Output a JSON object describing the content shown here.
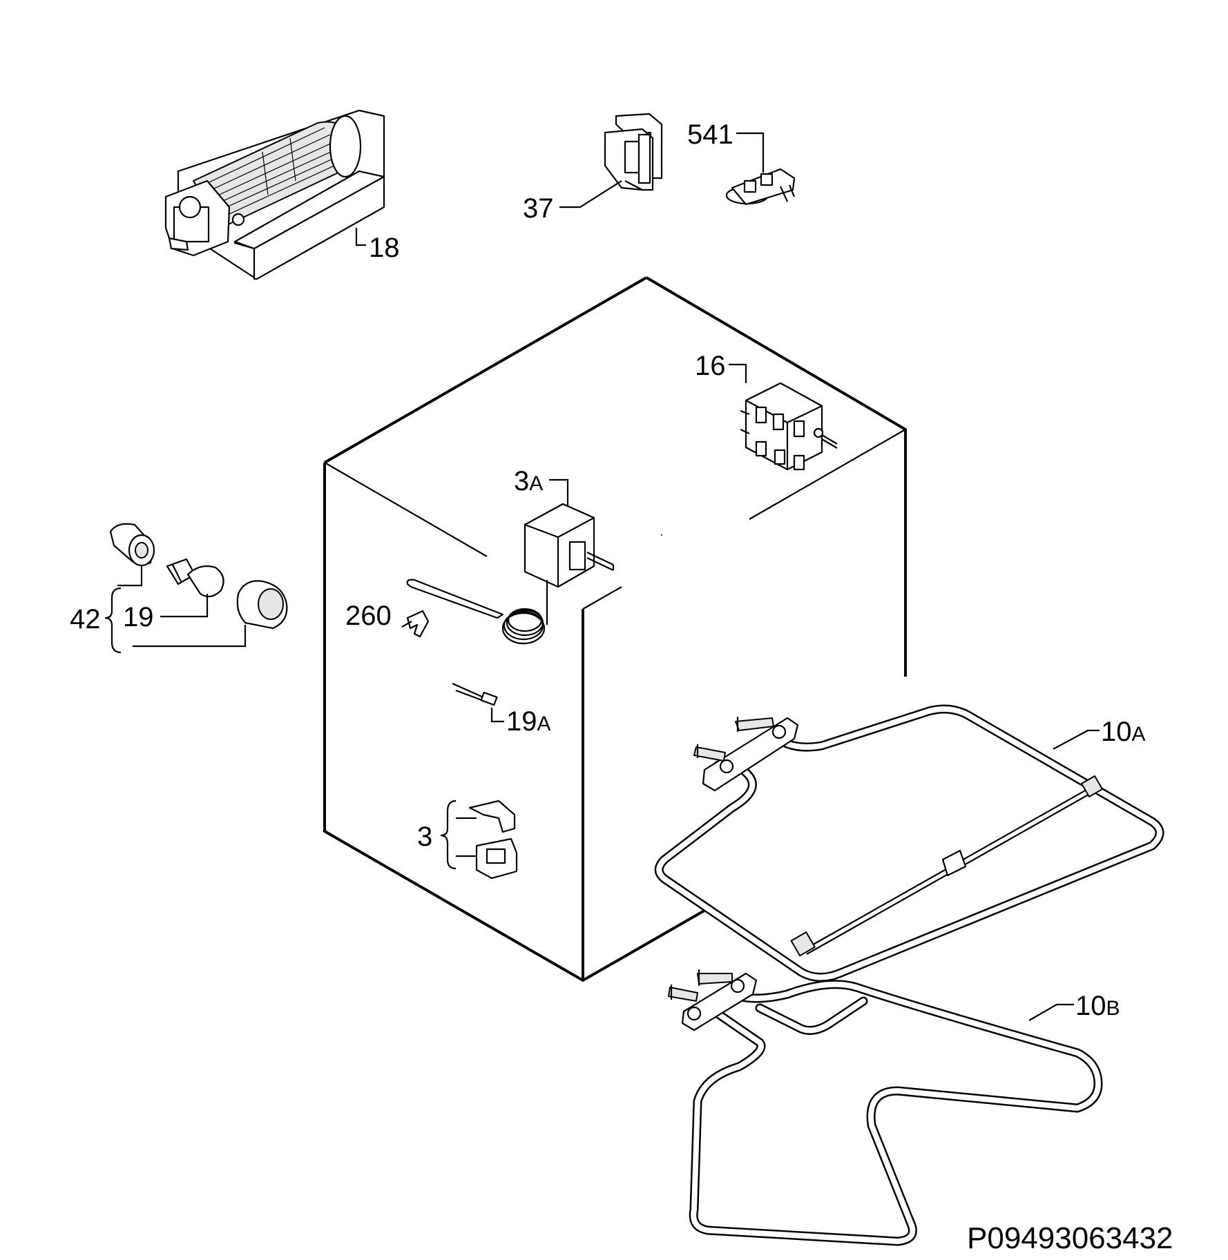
{
  "labels": {
    "p18": "18",
    "p37": "37",
    "p541": "541",
    "p16": "16",
    "p3a_num": "3",
    "p3a_suf": "A",
    "p42": "42",
    "p19": "19",
    "p260": "260",
    "p19a_num": "19",
    "p19a_suf": "A",
    "p3": "3",
    "p10a_num": "10",
    "p10a_suf": "A",
    "p10b_num": "10",
    "p10b_suf": "B"
  },
  "drawing_code": "P09493063432"
}
